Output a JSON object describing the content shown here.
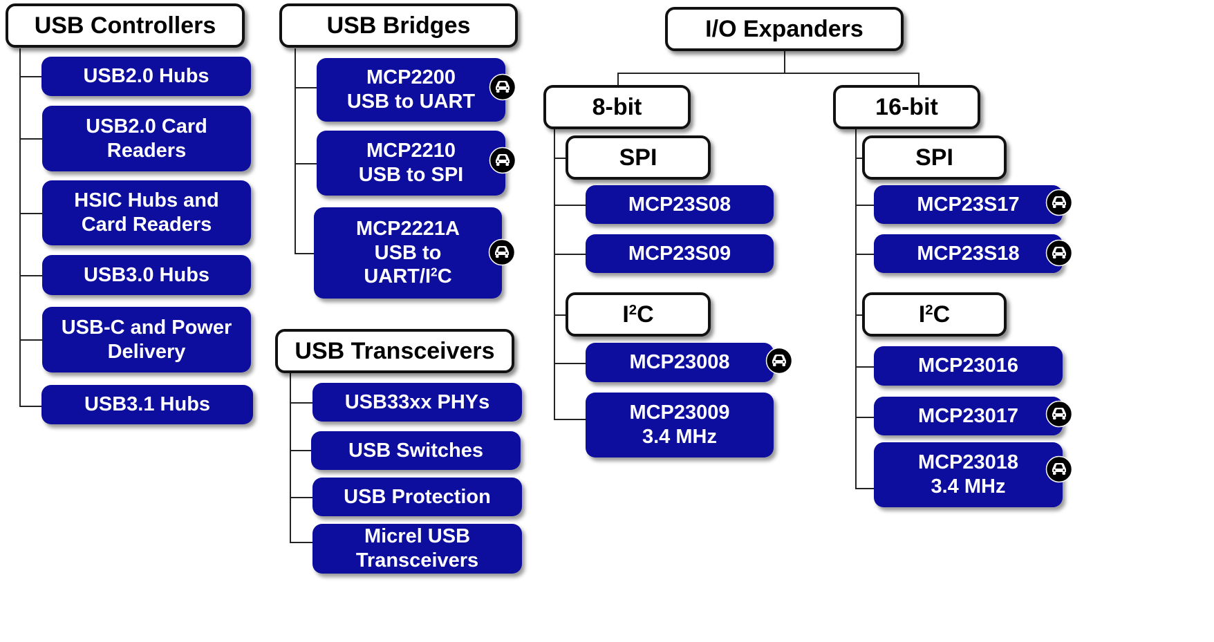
{
  "usb_controllers": {
    "title": "USB Controllers",
    "items": [
      "USB2.0 Hubs",
      "USB2.0 Card\nReaders",
      "HSIC Hubs and\nCard Readers",
      "USB3.0 Hubs",
      "USB-C and Power\nDelivery",
      "USB3.1 Hubs"
    ]
  },
  "usb_bridges": {
    "title": "USB Bridges",
    "items": [
      "MCP2200\nUSB to UART",
      "MCP2210\nUSB to SPI"
    ],
    "mcp2221a": {
      "line1": "MCP2221A",
      "line2": "USB to",
      "pre": "UART/I",
      "sup": "2",
      "post": "C"
    }
  },
  "usb_transceivers": {
    "title": "USB Transceivers",
    "items": [
      "USB33xx PHYs",
      "USB Switches",
      "USB Protection",
      "Micrel USB\nTransceivers"
    ]
  },
  "io_expanders": {
    "title": "I/O Expanders",
    "bit8": {
      "title": "8-bit",
      "spi": {
        "title": "SPI",
        "items": [
          "MCP23S08",
          "MCP23S09"
        ]
      },
      "i2c": {
        "pre": "I",
        "sup": "2",
        "post": "C",
        "items": [
          "MCP23008",
          "MCP23009\n3.4 MHz"
        ]
      }
    },
    "bit16": {
      "title": "16-bit",
      "spi": {
        "title": "SPI",
        "items": [
          "MCP23S17",
          "MCP23S18"
        ]
      },
      "i2c": {
        "pre": "I",
        "sup": "2",
        "post": "C",
        "items": [
          "MCP23016",
          "MCP23017",
          "MCP23018\n3.4 MHz"
        ]
      }
    }
  },
  "icons": {
    "automotive": "car-icon"
  }
}
